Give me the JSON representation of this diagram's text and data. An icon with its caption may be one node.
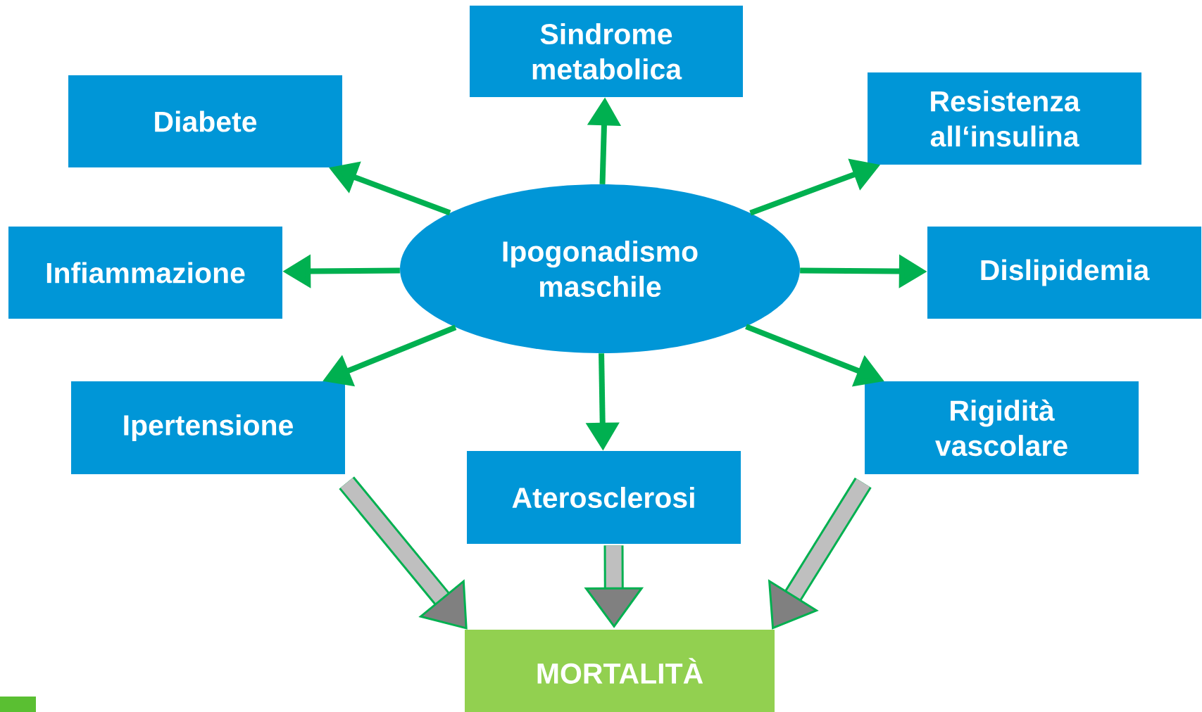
{
  "diagram": {
    "nodes": [
      {
        "text": [
          "Ipogonadismo maschile"
        ]
      },
      {
        "text": [
          "Sindrome metabolica"
        ]
      },
      {
        "text": [
          "Diabete"
        ]
      },
      {
        "text": [
          "Resistenza all‘insulina"
        ]
      },
      {
        "text": [
          "Infiammazione"
        ]
      },
      {
        "text": [
          "Dislipidemia"
        ]
      },
      {
        "text": [
          "Ipertensione"
        ]
      },
      {
        "text": [
          "Rigidità vascolare"
        ]
      },
      {
        "text": [
          "Aterosclerosi"
        ]
      },
      {
        "text": [
          "MORTALITÀ"
        ]
      }
    ],
    "edges": [
      {
        "from": 0,
        "to": 1,
        "arrow": "to"
      },
      {
        "from": 0,
        "to": 2,
        "arrow": "to"
      },
      {
        "from": 0,
        "to": 3,
        "arrow": "to"
      },
      {
        "from": 0,
        "to": 4,
        "arrow": "to"
      },
      {
        "from": 0,
        "to": 5,
        "arrow": "to"
      },
      {
        "from": 0,
        "to": 6,
        "arrow": "to"
      },
      {
        "from": 0,
        "to": 7,
        "arrow": "to"
      },
      {
        "from": 0,
        "to": 8,
        "arrow": "to"
      },
      {
        "from": 6,
        "to": 9,
        "arrow": "to",
        "style": "thick"
      },
      {
        "from": 8,
        "to": 9,
        "arrow": "to",
        "style": "thick"
      },
      {
        "from": 7,
        "to": 9,
        "arrow": "to",
        "style": "thick"
      }
    ]
  }
}
